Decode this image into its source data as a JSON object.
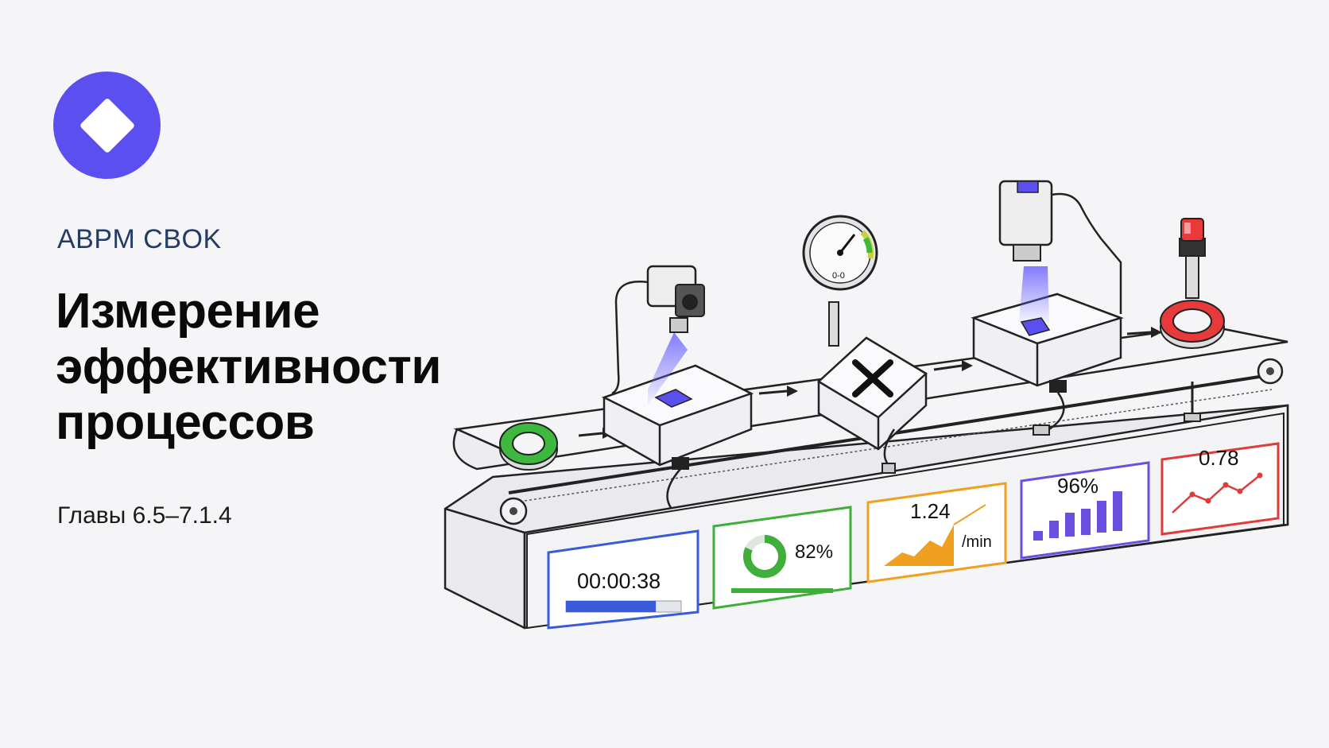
{
  "brand": "ABPM CBOK",
  "title": {
    "line1": "Измерение",
    "line2": "эффективности",
    "line3": "процессов"
  },
  "subtitle": "Главы 6.5–7.1.4",
  "gauge": {
    "label": "0-0"
  },
  "monitors": {
    "timer": {
      "value": "00:00:38",
      "progress": 0.78,
      "color": "#3a5bd9"
    },
    "donut": {
      "value": "82%",
      "fraction": 0.82,
      "color": "#3fae3a"
    },
    "rate": {
      "value": "1.24",
      "unit": "/min",
      "color": "#f0a020"
    },
    "bars": {
      "value": "96%",
      "color": "#6a4fe0"
    },
    "line": {
      "value": "0.78",
      "color": "#e03b3b"
    }
  },
  "colors": {
    "accent": "#5b4ff0",
    "start": "#3fb83f",
    "end": "#e83a3a"
  }
}
